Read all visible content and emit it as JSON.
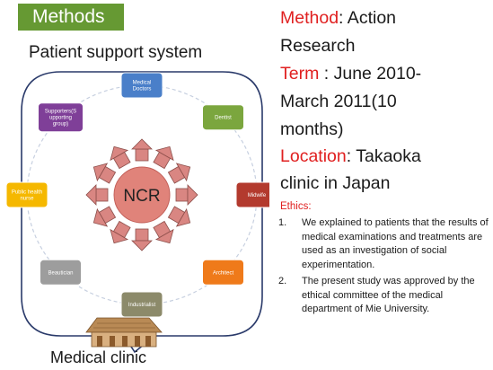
{
  "header": {
    "methods_label": "Methods"
  },
  "diagram": {
    "title": "Patient support system",
    "center_label": "NCR",
    "nodes": [
      {
        "key": "medical-doctors",
        "lines": [
          "Medical",
          "Doctors"
        ],
        "color": "#4a7fc9"
      },
      {
        "key": "dentist",
        "lines": [
          "Dentist"
        ],
        "color": "#7ba63e"
      },
      {
        "key": "midwife",
        "lines": [
          "Midwife"
        ],
        "color": "#b33a2e"
      },
      {
        "key": "architect",
        "lines": [
          "Architect"
        ],
        "color": "#ef7a1a"
      },
      {
        "key": "industrialist",
        "lines": [
          "Industrialist"
        ],
        "color": "#8c8a6a"
      },
      {
        "key": "beautician",
        "lines": [
          "Beautician"
        ],
        "color": "#9d9d9d"
      },
      {
        "key": "public-health-nurse",
        "lines": [
          "Public health",
          "nurse"
        ],
        "color": "#f5b800"
      },
      {
        "key": "supporters",
        "lines": [
          "Supporters(S",
          "upporting",
          "group)"
        ],
        "color": "#7f3f98"
      }
    ],
    "clinic_label": "Medical clinic",
    "colors": {
      "ring": "#c7d0e0",
      "center": "#e0837a",
      "arrows": "#d98682",
      "frame": "#2a3a6a"
    }
  },
  "info": {
    "method_key": "Method",
    "method_value": ": Action",
    "method_value_2": "Research",
    "term_key": "Term",
    "term_value": " : June 2010-",
    "term_value_2": "March 2011(10",
    "term_value_3": "months)",
    "location_key": "Location",
    "location_value": ": Takaoka",
    "location_value_2": "clinic in Japan",
    "ethics_heading": "Ethics:",
    "ethics_items": [
      {
        "num": "1.",
        "text": "We explained to patients that the results of medical examinations and treatments are used as an investigation of social experimentation."
      },
      {
        "num": "2.",
        "text": "The present study was approved by the ethical committee of the medical department of Mie University."
      }
    ]
  }
}
